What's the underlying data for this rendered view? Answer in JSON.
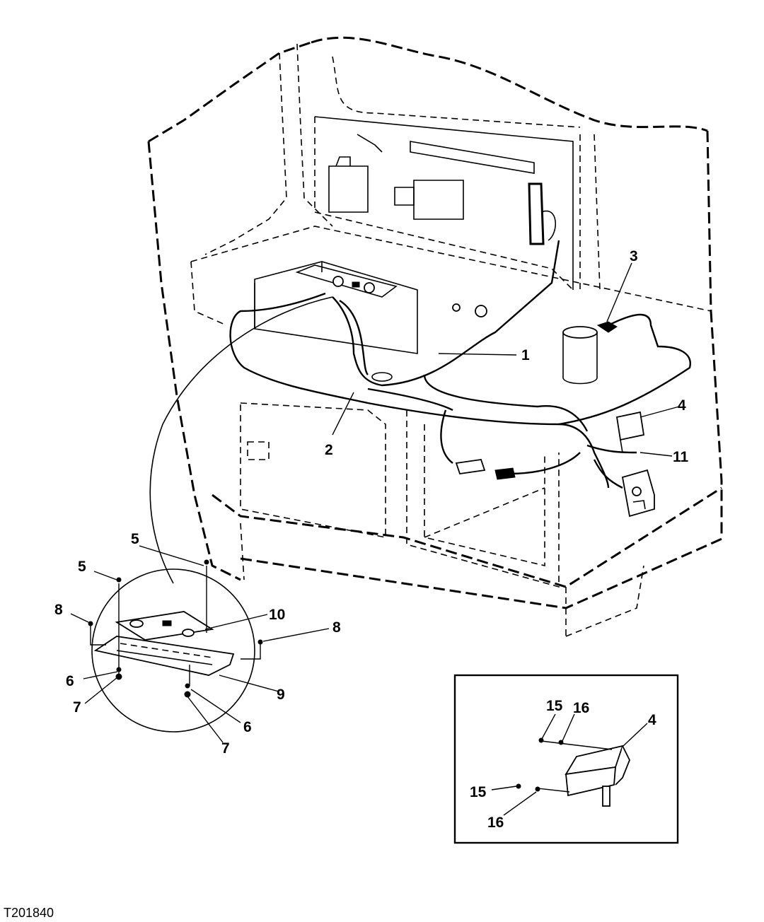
{
  "figure_id": "T201840",
  "callouts": [
    {
      "id": "c1",
      "label": "1"
    },
    {
      "id": "c2",
      "label": "2"
    },
    {
      "id": "c3",
      "label": "3"
    },
    {
      "id": "c4",
      "label": "4"
    },
    {
      "id": "c11",
      "label": "11"
    },
    {
      "id": "c5a",
      "label": "5"
    },
    {
      "id": "c5b",
      "label": "5"
    },
    {
      "id": "c8a",
      "label": "8"
    },
    {
      "id": "c8b",
      "label": "8"
    },
    {
      "id": "c10",
      "label": "10"
    },
    {
      "id": "c6a",
      "label": "6"
    },
    {
      "id": "c6b",
      "label": "6"
    },
    {
      "id": "c7a",
      "label": "7"
    },
    {
      "id": "c7b",
      "label": "7"
    },
    {
      "id": "c9",
      "label": "9"
    },
    {
      "id": "c15a",
      "label": "15"
    },
    {
      "id": "c16a",
      "label": "16"
    },
    {
      "id": "c4b",
      "label": "4"
    },
    {
      "id": "c15b",
      "label": "15"
    },
    {
      "id": "c16b",
      "label": "16"
    }
  ]
}
